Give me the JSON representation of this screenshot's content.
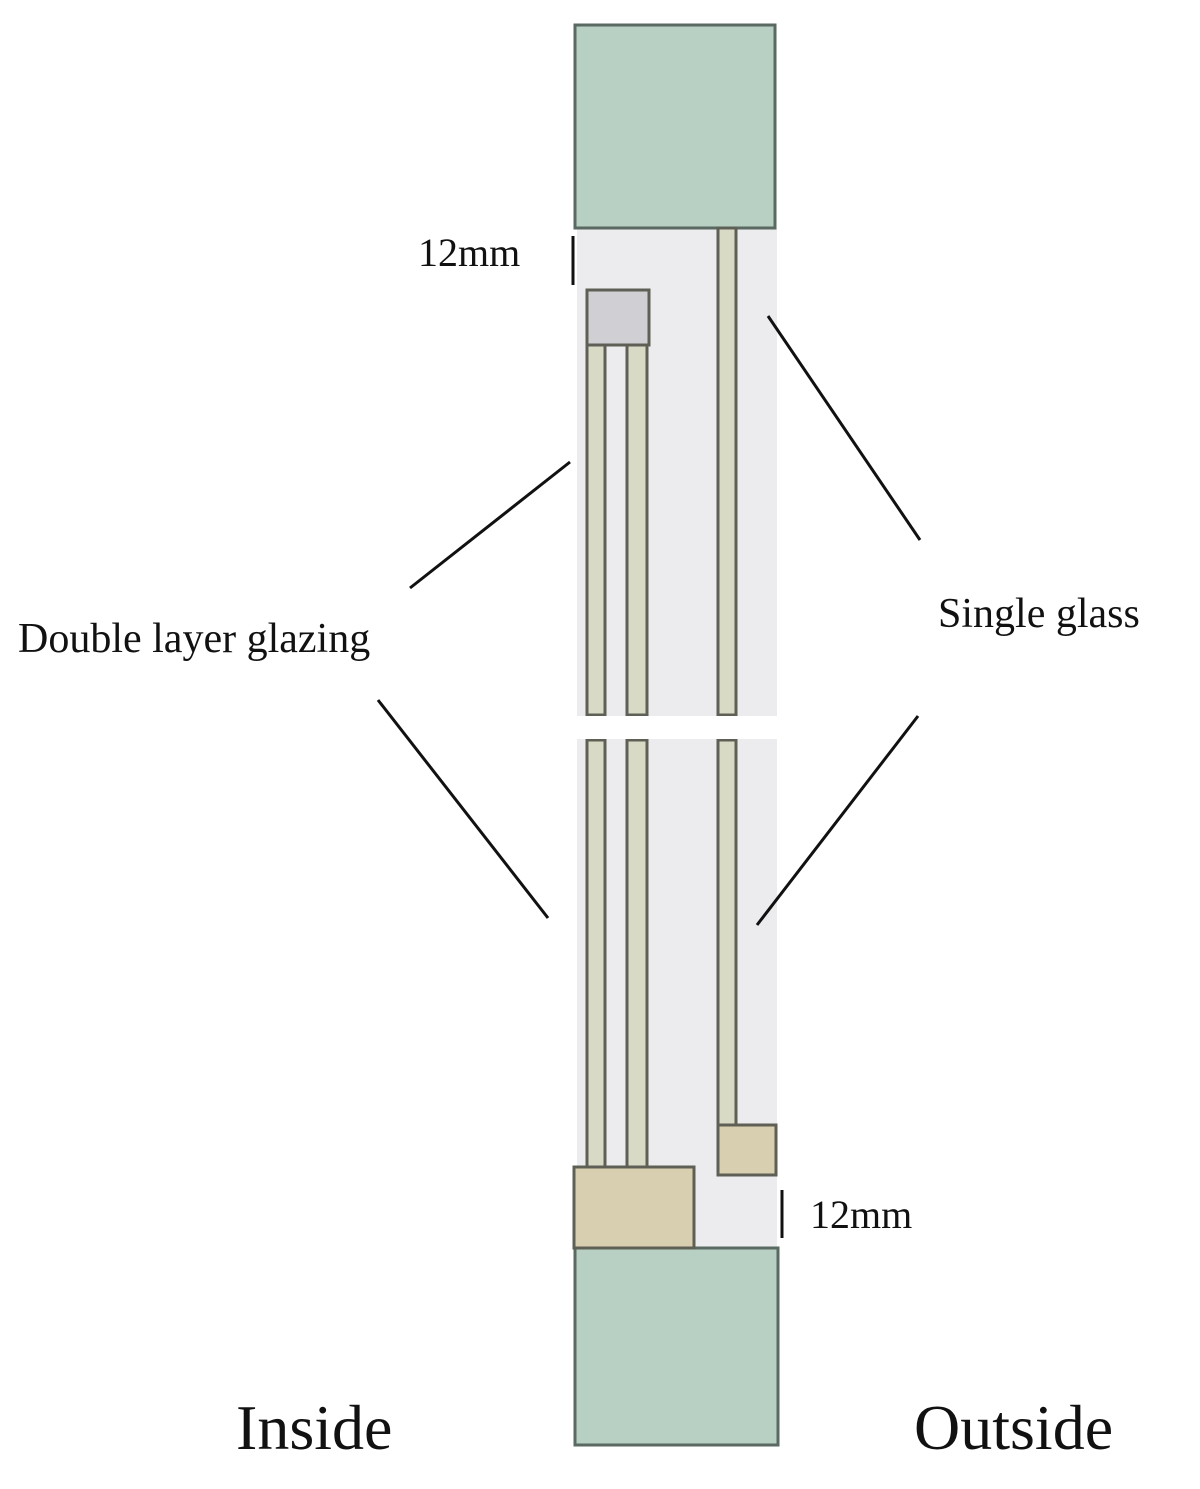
{
  "labels": {
    "top_gap": "12mm",
    "bottom_gap": "12mm",
    "double_glazing": "Double layer glazing",
    "single_glass": "Single glass",
    "inside": "Inside",
    "outside": "Outside"
  },
  "colors": {
    "frame": "#b8cfc4",
    "frame_stroke": "#5a6a62",
    "cavity": "#ececef",
    "glass": "#d9dac6",
    "glass_stroke": "#5e6055",
    "spacer_top": "#cfcfd4",
    "spacer_beige": "#d8ceb0",
    "line": "#111111"
  }
}
